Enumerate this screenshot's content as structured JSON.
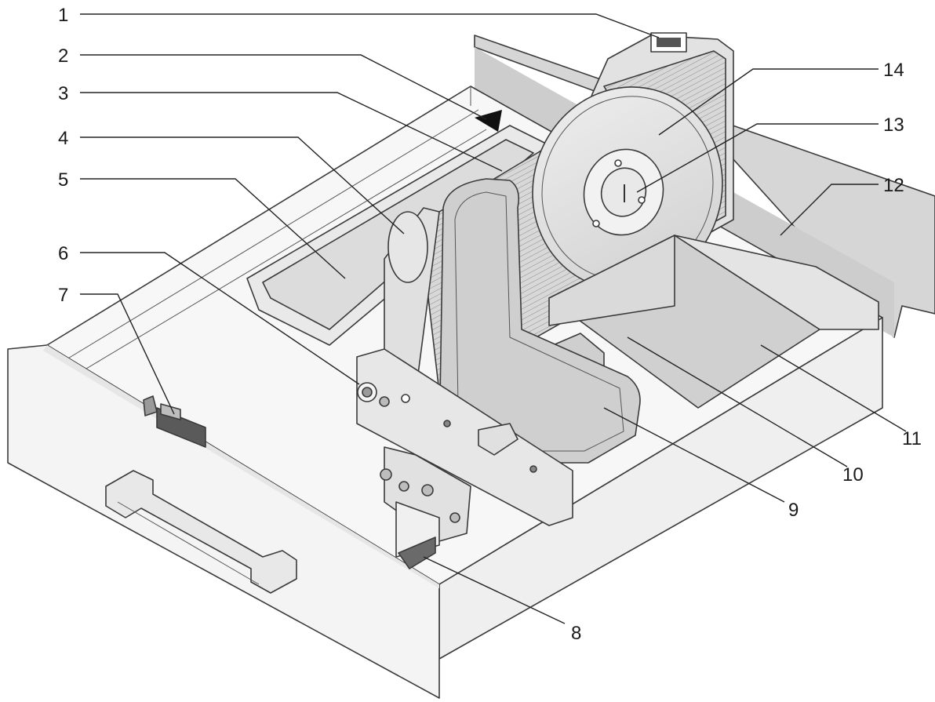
{
  "callouts": [
    {
      "id": "1",
      "label": "1"
    },
    {
      "id": "2",
      "label": "2"
    },
    {
      "id": "3",
      "label": "3"
    },
    {
      "id": "4",
      "label": "4"
    },
    {
      "id": "5",
      "label": "5"
    },
    {
      "id": "6",
      "label": "6"
    },
    {
      "id": "7",
      "label": "7"
    },
    {
      "id": "8",
      "label": "8"
    },
    {
      "id": "9",
      "label": "9"
    },
    {
      "id": "10",
      "label": "10"
    },
    {
      "id": "11",
      "label": "11"
    },
    {
      "id": "12",
      "label": "12"
    },
    {
      "id": "13",
      "label": "13"
    },
    {
      "id": "14",
      "label": "14"
    }
  ],
  "colors": {
    "line": "#3a3a3a",
    "metal_light": "#e4e4e4",
    "metal_mid": "#cfcfcf",
    "metal_dark": "#b8b8b8",
    "counter": "#dcdcdc"
  }
}
